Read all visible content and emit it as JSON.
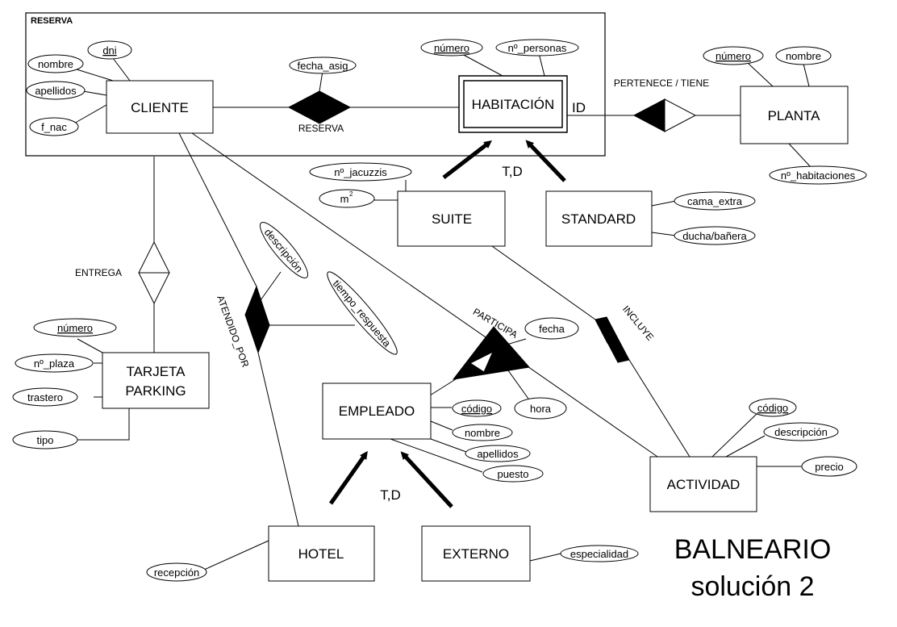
{
  "title": {
    "line1": "BALNEARIO",
    "line2": "solución 2"
  },
  "aggregation_label": "RESERVA",
  "entities": {
    "cliente": "CLIENTE",
    "habitacion": "HABITACIÓN",
    "planta": "PLANTA",
    "suite": "SUITE",
    "standard": "STANDARD",
    "tarjeta_line1": "TARJETA",
    "tarjeta_line2": "PARKING",
    "empleado": "EMPLEADO",
    "actividad": "ACTIVIDAD",
    "hotel": "HOTEL",
    "externo": "EXTERNO"
  },
  "relationships": {
    "reserva": "RESERVA",
    "pertenece": "PERTENECE / TIENE",
    "entrega": "ENTREGA",
    "atendido": "ATENDIDO_POR",
    "participa": "PARTICIPA",
    "incluye": "INCLUYE"
  },
  "labels": {
    "id": "ID",
    "td_habitacion": "T,D",
    "td_empleado": "T,D"
  },
  "attributes": {
    "cliente": {
      "dni": "dni",
      "nombre": "nombre",
      "apellidos": "apellidos",
      "f_nac": "f_nac"
    },
    "reserva": {
      "fecha_asig": "fecha_asig"
    },
    "habitacion": {
      "numero": "número",
      "personas": "nº_personas"
    },
    "planta": {
      "numero": "número",
      "nombre": "nombre",
      "habitaciones": "nº_habitaciones"
    },
    "suite": {
      "jacuzzis": "nº_jacuzzis",
      "m2": "m",
      "m2_sup": "2"
    },
    "standard": {
      "cama": "cama_extra",
      "ducha": "ducha/bañera"
    },
    "tarjeta": {
      "numero": "número",
      "plaza": "nº_plaza",
      "trastero": "trastero",
      "tipo": "tipo"
    },
    "atendido": {
      "descripcion": "descripción",
      "tiempo": "tiempo_respuesta"
    },
    "participa": {
      "fecha": "fecha",
      "hora": "hora"
    },
    "empleado": {
      "codigo": "código",
      "nombre": "nombre",
      "apellidos": "apellidos",
      "puesto": "puesto"
    },
    "actividad": {
      "codigo": "código",
      "descripcion": "descripción",
      "precio": "precio"
    },
    "hotel": {
      "recepcion": "recepción"
    },
    "externo": {
      "especialidad": "especialidad"
    }
  }
}
